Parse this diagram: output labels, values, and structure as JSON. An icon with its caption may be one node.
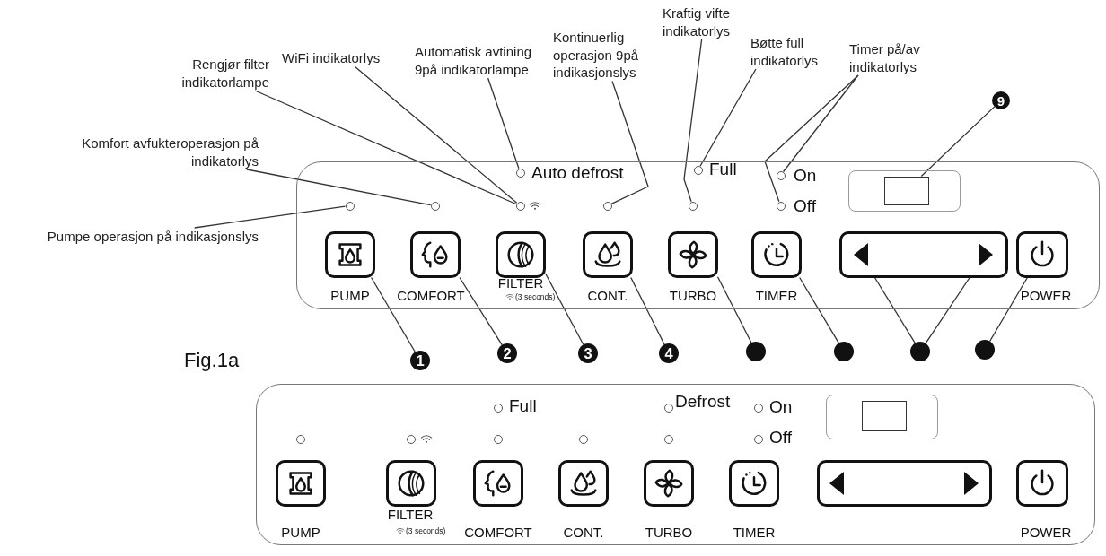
{
  "diagram": {
    "nodes": [
      {
        "text": [
          "Pumpe operasjon på indikasjonslys"
        ]
      },
      {
        "text": [
          "Komfort avfukteroperasjon på indikatorlys"
        ]
      },
      {
        "text": [
          "Rengjør filter indikatorlampe"
        ]
      },
      {
        "text": [
          "WiFi indikatorlys"
        ]
      },
      {
        "text": [
          "Automatisk avtining 9på indikatorlampe"
        ]
      },
      {
        "text": [
          "Kontinuerlig operasjon 9på indikasjonslys"
        ]
      },
      {
        "text": [
          "Kraftig vifte indikatorlys"
        ]
      },
      {
        "text": [
          "Bøtte full indikatorlys"
        ]
      },
      {
        "text": [
          "Timer på/av indikatorlys"
        ]
      },
      {
        "text": [],
        "shape": "box"
      },
      {
        "text": [],
        "shape": "circle",
        "in": 9
      },
      {
        "text": [],
        "shape": "circle",
        "in": 9
      },
      {
        "text": [],
        "shape": "circle",
        "in": 9
      },
      {
        "text": [],
        "shape": "circle",
        "in": 9
      },
      {
        "text": [],
        "shape": "circle",
        "in": 9
      },
      {
        "text": [],
        "shape": "circle",
        "in": 9
      },
      {
        "text": [],
        "shape": "circle",
        "in": 9
      },
      {
        "text": [],
        "shape": "circle",
        "in": 9
      },
      {
        "text": [],
        "shape": "circle",
        "in": 9
      },
      {
        "text": [],
        "shape": "box",
        "in": 9
      },
      {
        "text": [],
        "shape": "box",
        "in": 9
      },
      {
        "text": [],
        "shape": "box",
        "in": 9
      },
      {
        "text": [],
        "shape": "box",
        "in": 9
      },
      {
        "text": [],
        "shape": "box",
        "in": 9
      },
      {
        "text": [],
        "shape": "box",
        "in": 9
      },
      {
        "text": [],
        "shape": "box",
        "in": 9
      },
      {
        "text": [],
        "shape": "box",
        "in": 9
      },
      {
        "text": [],
        "shape": "triangle",
        "in": 26
      },
      {
        "text": [],
        "shape": "triangle",
        "in": 26
      },
      {
        "text": [],
        "shape": "box",
        "in": 9
      },
      {
        "text": [
          "1"
        ]
      },
      {
        "text": [
          "2"
        ]
      },
      {
        "text": [
          "3"
        ]
      },
      {
        "text": [
          "4"
        ]
      },
      {
        "text": [],
        "shape": "circle"
      },
      {
        "text": [],
        "shape": "circle"
      },
      {
        "text": [],
        "shape": "circle"
      },
      {
        "text": [],
        "shape": "circle"
      },
      {
        "text": [
          "9"
        ]
      },
      {
        "text": [],
        "shape": "box"
      },
      {
        "text": [],
        "shape": "circle",
        "in": 39
      },
      {
        "text": [],
        "shape": "circle",
        "in": 39
      },
      {
        "text": [],
        "shape": "circle",
        "in": 39
      },
      {
        "text": [],
        "shape": "circle",
        "in": 39
      },
      {
        "text": [],
        "shape": "circle",
        "in": 39
      },
      {
        "text": [],
        "shape": "circle",
        "in": 39
      },
      {
        "text": [],
        "shape": "circle",
        "in": 39
      },
      {
        "text": [],
        "shape": "circle",
        "in": 39
      },
      {
        "text": [],
        "shape": "circle",
        "in": 39
      },
      {
        "text": [],
        "shape": "box",
        "in": 39
      },
      {
        "text": [],
        "shape": "box",
        "in": 39
      },
      {
        "text": [],
        "shape": "box",
        "in": 39
      },
      {
        "text": [],
        "shape": "box",
        "in": 39
      },
      {
        "text": [],
        "shape": "box",
        "in": 39
      },
      {
        "text": [],
        "shape": "box",
        "in": 39
      },
      {
        "text": [],
        "shape": "box",
        "in": 39
      },
      {
        "text": [],
        "shape": "box",
        "in": 39
      },
      {
        "text": [],
        "shape": "triangle",
        "in": 56
      },
      {
        "text": [],
        "shape": "triangle",
        "in": 56
      },
      {
        "text": [],
        "shape": "box",
        "in": 39
      }
    ],
    "edges": [
      {
        "from": 0,
        "to": 10,
        "arrow": "none"
      },
      {
        "from": 1,
        "to": 11,
        "arrow": "none"
      },
      {
        "from": 2,
        "to": 12,
        "arrow": "none"
      },
      {
        "from": 3,
        "to": 12,
        "arrow": "none"
      },
      {
        "from": 4,
        "to": 13,
        "arrow": "none"
      },
      {
        "from": 5,
        "to": 14,
        "arrow": "none"
      },
      {
        "from": 6,
        "to": 15,
        "arrow": "none"
      },
      {
        "from": 7,
        "to": 16,
        "arrow": "none"
      },
      {
        "from": 8,
        "to": 17,
        "arrow": "none"
      },
      {
        "from": 8,
        "to": 18,
        "arrow": "none"
      },
      {
        "from": 30,
        "to": 20,
        "arrow": "none"
      },
      {
        "from": 31,
        "to": 21,
        "arrow": "none"
      },
      {
        "from": 32,
        "to": 22,
        "arrow": "none"
      },
      {
        "from": 33,
        "to": 23,
        "arrow": "none"
      },
      {
        "from": 34,
        "to": 24,
        "arrow": "none"
      },
      {
        "from": 35,
        "to": 25,
        "arrow": "none"
      },
      {
        "from": 36,
        "to": 27,
        "arrow": "none"
      },
      {
        "from": 36,
        "to": 28,
        "arrow": "none"
      },
      {
        "from": 37,
        "to": 29,
        "arrow": "none"
      },
      {
        "from": 38,
        "to": 19,
        "arrow": "none"
      }
    ],
    "labels": [
      "Auto defrost",
      "Full",
      "On",
      "Off",
      "PUMP",
      "COMFORT",
      "FILTER",
      "(3 seconds)",
      "CONT.",
      "TURBO",
      "TIMER",
      "POWER",
      "Fig.1a",
      "Full",
      "Defrost",
      "On",
      "Off",
      "PUMP",
      "FILTER",
      "(3 seconds)",
      "COMFORT",
      "CONT.",
      "TURBO",
      "TIMER",
      "POWER"
    ]
  }
}
